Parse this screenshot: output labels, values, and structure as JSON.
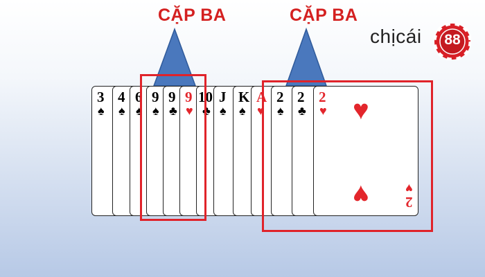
{
  "labels": {
    "group_1": "CẶP BA",
    "group_2": "CẶP BA"
  },
  "logo": {
    "text": "chịcái",
    "chip_number": "88"
  },
  "cards": [
    {
      "rank": "3",
      "suit": "♠",
      "color": "black"
    },
    {
      "rank": "4",
      "suit": "♠",
      "color": "black"
    },
    {
      "rank": "6",
      "suit": "♠",
      "color": "black"
    },
    {
      "rank": "9",
      "suit": "♠",
      "color": "black"
    },
    {
      "rank": "9",
      "suit": "♣",
      "color": "black"
    },
    {
      "rank": "9",
      "suit": "♥",
      "color": "red"
    },
    {
      "rank": "10",
      "suit": "♣",
      "color": "black"
    },
    {
      "rank": "J",
      "suit": "♠",
      "color": "black"
    },
    {
      "rank": "K",
      "suit": "♠",
      "color": "black"
    },
    {
      "rank": "A",
      "suit": "♥",
      "color": "red"
    },
    {
      "rank": "2",
      "suit": "♠",
      "color": "black"
    },
    {
      "rank": "2",
      "suit": "♣",
      "color": "black"
    },
    {
      "rank": "2",
      "suit": "♥",
      "color": "red"
    }
  ],
  "colors": {
    "accent_red": "#e0232a",
    "pointer_blue": "#4a78bd",
    "card_red": "#e3262c"
  }
}
